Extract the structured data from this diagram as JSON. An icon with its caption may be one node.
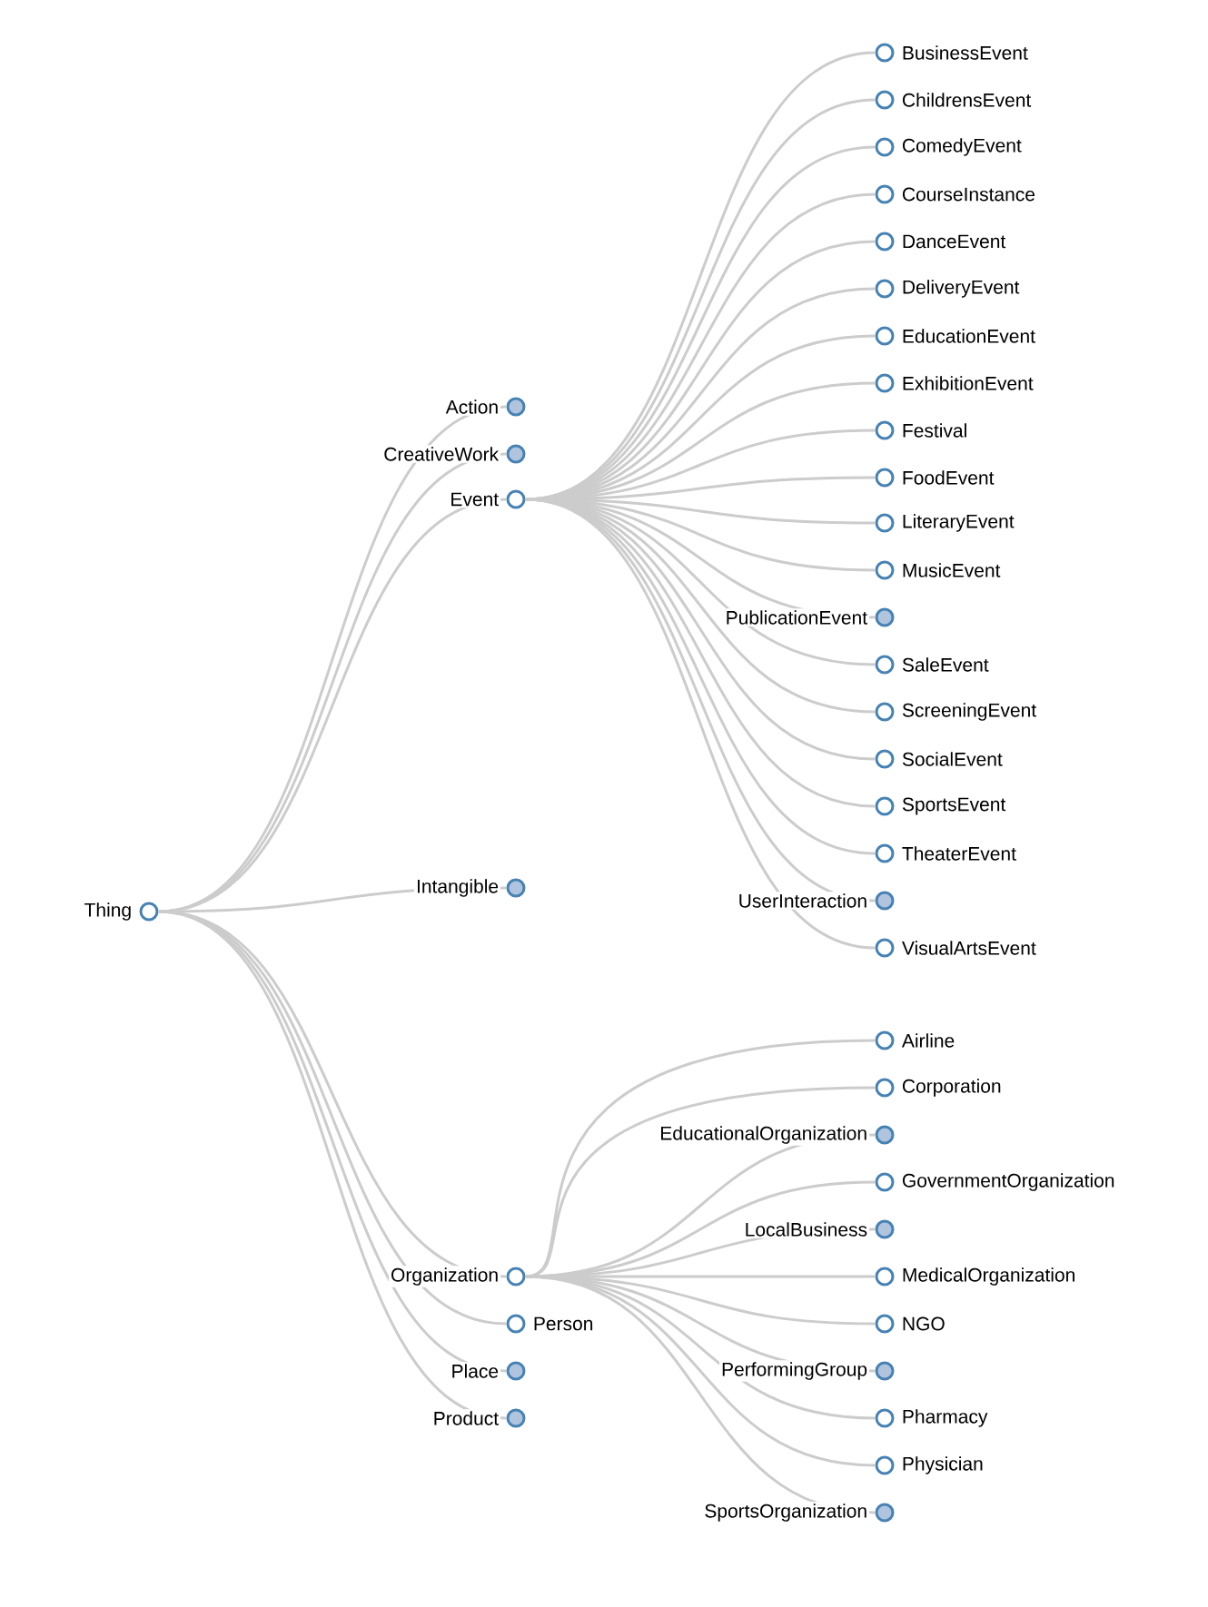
{
  "diagram": {
    "nodes": [
      {
        "text": [
          "Thing"
        ]
      },
      {
        "text": [
          "Action"
        ]
      },
      {
        "text": [
          "CreativeWork"
        ]
      },
      {
        "text": [
          "Event"
        ]
      },
      {
        "text": [
          "BusinessEvent"
        ]
      },
      {
        "text": [
          "ChildrensEvent"
        ]
      },
      {
        "text": [
          "ComedyEvent"
        ]
      },
      {
        "text": [
          "CourseInstance"
        ]
      },
      {
        "text": [
          "DanceEvent"
        ]
      },
      {
        "text": [
          "DeliveryEvent"
        ]
      },
      {
        "text": [
          "EducationEvent"
        ]
      },
      {
        "text": [
          "ExhibitionEvent"
        ]
      },
      {
        "text": [
          "Festival"
        ]
      },
      {
        "text": [
          "FoodEvent"
        ]
      },
      {
        "text": [
          "LiteraryEvent"
        ]
      },
      {
        "text": [
          "MusicEvent"
        ]
      },
      {
        "text": [
          "PublicationEvent"
        ]
      },
      {
        "text": [
          "SaleEvent"
        ]
      },
      {
        "text": [
          "ScreeningEvent"
        ]
      },
      {
        "text": [
          "SocialEvent"
        ]
      },
      {
        "text": [
          "SportsEvent"
        ]
      },
      {
        "text": [
          "TheaterEvent"
        ]
      },
      {
        "text": [
          "UserInteraction"
        ]
      },
      {
        "text": [
          "VisualArtsEvent"
        ]
      },
      {
        "text": [
          "Intangible"
        ]
      },
      {
        "text": [
          "Organization"
        ]
      },
      {
        "text": [
          "Airline"
        ]
      },
      {
        "text": [
          "Corporation"
        ]
      },
      {
        "text": [
          "EducationalOrganization"
        ]
      },
      {
        "text": [
          "GovernmentOrganization"
        ]
      },
      {
        "text": [
          "LocalBusiness"
        ]
      },
      {
        "text": [
          "MedicalOrganization"
        ]
      },
      {
        "text": [
          "NGO"
        ]
      },
      {
        "text": [
          "PerformingGroup"
        ]
      },
      {
        "text": [
          "Pharmacy"
        ]
      },
      {
        "text": [
          "Physician"
        ]
      },
      {
        "text": [
          "SportsOrganization"
        ]
      },
      {
        "text": [
          "Person"
        ]
      },
      {
        "text": [
          "Place"
        ]
      },
      {
        "text": [
          "Product"
        ]
      }
    ],
    "edges": [
      {
        "from": 0,
        "to": 1,
        "arrow": "none"
      },
      {
        "from": 0,
        "to": 2,
        "arrow": "none"
      },
      {
        "from": 0,
        "to": 3,
        "arrow": "none"
      },
      {
        "from": 3,
        "to": 4,
        "arrow": "none"
      },
      {
        "from": 3,
        "to": 5,
        "arrow": "none"
      },
      {
        "from": 3,
        "to": 6,
        "arrow": "none"
      },
      {
        "from": 3,
        "to": 7,
        "arrow": "none"
      },
      {
        "from": 3,
        "to": 8,
        "arrow": "none"
      },
      {
        "from": 3,
        "to": 9,
        "arrow": "none"
      },
      {
        "from": 3,
        "to": 10,
        "arrow": "none"
      },
      {
        "from": 3,
        "to": 11,
        "arrow": "none"
      },
      {
        "from": 3,
        "to": 12,
        "arrow": "none"
      },
      {
        "from": 3,
        "to": 13,
        "arrow": "none"
      },
      {
        "from": 3,
        "to": 14,
        "arrow": "none"
      },
      {
        "from": 3,
        "to": 15,
        "arrow": "none"
      },
      {
        "from": 3,
        "to": 16,
        "arrow": "none"
      },
      {
        "from": 3,
        "to": 17,
        "arrow": "none"
      },
      {
        "from": 3,
        "to": 18,
        "arrow": "none"
      },
      {
        "from": 3,
        "to": 19,
        "arrow": "none"
      },
      {
        "from": 3,
        "to": 20,
        "arrow": "none"
      },
      {
        "from": 3,
        "to": 21,
        "arrow": "none"
      },
      {
        "from": 3,
        "to": 22,
        "arrow": "none"
      },
      {
        "from": 3,
        "to": 23,
        "arrow": "none"
      },
      {
        "from": 0,
        "to": 24,
        "arrow": "none"
      },
      {
        "from": 0,
        "to": 25,
        "arrow": "none"
      },
      {
        "from": 25,
        "to": 26,
        "arrow": "none"
      },
      {
        "from": 25,
        "to": 27,
        "arrow": "none"
      },
      {
        "from": 25,
        "to": 28,
        "arrow": "none"
      },
      {
        "from": 25,
        "to": 29,
        "arrow": "none"
      },
      {
        "from": 25,
        "to": 30,
        "arrow": "none"
      },
      {
        "from": 25,
        "to": 31,
        "arrow": "none"
      },
      {
        "from": 25,
        "to": 32,
        "arrow": "none"
      },
      {
        "from": 25,
        "to": 33,
        "arrow": "none"
      },
      {
        "from": 25,
        "to": 34,
        "arrow": "none"
      },
      {
        "from": 25,
        "to": 35,
        "arrow": "none"
      },
      {
        "from": 25,
        "to": 36,
        "arrow": "none"
      },
      {
        "from": 0,
        "to": 37,
        "arrow": "none"
      },
      {
        "from": 0,
        "to": 38,
        "arrow": "none"
      },
      {
        "from": 0,
        "to": 39,
        "arrow": "none"
      }
    ]
  }
}
